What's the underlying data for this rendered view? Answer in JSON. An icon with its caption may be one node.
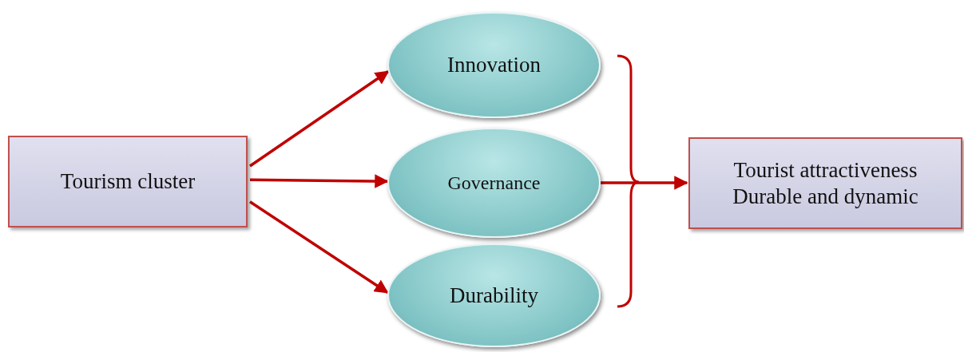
{
  "diagram": {
    "nodes": [
      {
        "text": [
          "Tourism cluster"
        ]
      },
      {
        "text": [
          "Innovation"
        ]
      },
      {
        "text": [
          "Governance"
        ]
      },
      {
        "text": [
          "Durability"
        ]
      },
      {
        "text": [
          "Tourist attractiveness",
          "Durable and dynamic"
        ]
      }
    ],
    "edges": [
      {
        "from": 0,
        "to": 1,
        "arrow": "to"
      },
      {
        "from": 0,
        "to": 2,
        "arrow": "to"
      },
      {
        "from": 0,
        "to": 3,
        "arrow": "to"
      },
      {
        "from": 2,
        "to": 4,
        "arrow": "to"
      }
    ]
  }
}
